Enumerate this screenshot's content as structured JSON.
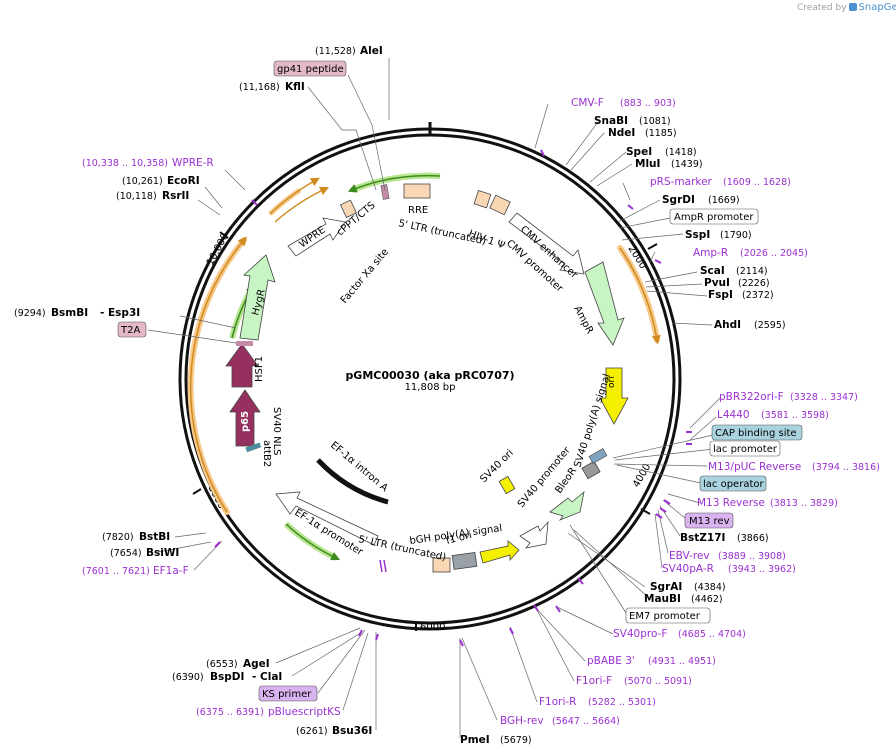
{
  "watermark": {
    "prefix": "Created by",
    "brand": "SnapGene"
  },
  "map": {
    "name": "pGMC00030 (aka pRC0707)",
    "length": "11,808 bp",
    "ticks": [
      "2000",
      "4000",
      "6000",
      "8000",
      "10,000"
    ]
  },
  "colors": {
    "site": "#000000",
    "primer": "#9b30d0",
    "lac_box": "#a9d3df",
    "primer_box": "#d9b3ef",
    "tag_box": "#e3b8c8",
    "cds_green": "#c8f5c4",
    "ori_yellow": "#f5f000",
    "maroon": "#96315f",
    "orange_hl": "#f7c98a",
    "green_hl": "#b6e58f"
  },
  "labels": {
    "AleI": {
      "name": "AleI",
      "pos": "(11,528)"
    },
    "gp41": {
      "name": "gp41 peptide"
    },
    "KflI": {
      "name": "KflI",
      "pos": "(11,168)"
    },
    "WPRE_R": {
      "name": "WPRE-R",
      "pos": "(10,338 .. 10,358)"
    },
    "EcoRI": {
      "name": "EcoRI",
      "pos": "(10,261)"
    },
    "RsrII": {
      "name": "RsrII",
      "pos": "(10,118)"
    },
    "BsmBI": {
      "name": "BsmBI",
      "pos": "(9294)",
      "extra": "- Esp3I"
    },
    "T2A": {
      "name": "T2A"
    },
    "BstBI": {
      "name": "BstBI",
      "pos": "(7820)"
    },
    "BsiWI": {
      "name": "BsiWI",
      "pos": "(7654)"
    },
    "EF1a_F": {
      "name": "EF1a-F",
      "pos": "(7601 .. 7621)"
    },
    "AgeI": {
      "name": "AgeI",
      "pos": "(6553)"
    },
    "BspDI": {
      "name": "BspDI",
      "pos": "(6390)",
      "extra": "- ClaI"
    },
    "KS_primer": {
      "name": "KS primer"
    },
    "pBluescriptKS": {
      "name": "pBluescriptKS",
      "pos": "(6375 .. 6391)"
    },
    "Bsu36I": {
      "name": "Bsu36I",
      "pos": "(6261)"
    },
    "PmeI": {
      "name": "PmeI",
      "pos": "(5679)"
    },
    "CMV_F": {
      "name": "CMV-F",
      "pos": "(883 .. 903)"
    },
    "SnaBI": {
      "name": "SnaBI",
      "pos": "(1081)"
    },
    "NdeI": {
      "name": "NdeI",
      "pos": "(1185)"
    },
    "SpeI": {
      "name": "SpeI",
      "pos": "(1418)"
    },
    "MluI": {
      "name": "MluI",
      "pos": "(1439)"
    },
    "pRS_marker": {
      "name": "pRS-marker",
      "pos": "(1609 .. 1628)"
    },
    "SgrDI": {
      "name": "SgrDI",
      "pos": "(1669)"
    },
    "AmpR_promoter": {
      "name": "AmpR promoter"
    },
    "SspI": {
      "name": "SspI",
      "pos": "(1790)"
    },
    "Amp_R": {
      "name": "Amp-R",
      "pos": "(2026 .. 2045)"
    },
    "ScaI": {
      "name": "ScaI",
      "pos": "(2114)"
    },
    "PvuI": {
      "name": "PvuI",
      "pos": "(2226)"
    },
    "FspI": {
      "name": "FspI",
      "pos": "(2372)"
    },
    "AhdI": {
      "name": "AhdI",
      "pos": "(2595)"
    },
    "pBR322ori_F": {
      "name": "pBR322ori-F",
      "pos": "(3328 .. 3347)"
    },
    "L4440": {
      "name": "L4440",
      "pos": "(3581 .. 3598)"
    },
    "CAP": {
      "name": "CAP binding site"
    },
    "lac_promoter": {
      "name": "lac promoter"
    },
    "M13_pUC": {
      "name": "M13/pUC Reverse",
      "pos": "(3794 .. 3816)"
    },
    "lac_operator": {
      "name": "lac operator"
    },
    "M13_Reverse": {
      "name": "M13 Reverse",
      "pos": "(3813 .. 3829)"
    },
    "M13_rev": {
      "name": "M13 rev"
    },
    "BstZ17I": {
      "name": "BstZ17I",
      "pos": "(3866)"
    },
    "EBV_rev": {
      "name": "EBV-rev",
      "pos": "(3889 .. 3908)"
    },
    "SV40pA_R": {
      "name": "SV40pA-R",
      "pos": "(3943 .. 3962)"
    },
    "SgrAI": {
      "name": "SgrAI",
      "pos": "(4384)"
    },
    "MauBI": {
      "name": "MauBI",
      "pos": "(4462)"
    },
    "EM7": {
      "name": "EM7 promoter"
    },
    "SV40pro_F": {
      "name": "SV40pro-F",
      "pos": "(4685 .. 4704)"
    },
    "pBABE3": {
      "name": "pBABE 3'",
      "pos": "(4931 .. 4951)"
    },
    "F1ori_F": {
      "name": "F1ori-F",
      "pos": "(5070 .. 5091)"
    },
    "F1ori_R": {
      "name": "F1ori-R",
      "pos": "(5282 .. 5301)"
    },
    "BGH_rev": {
      "name": "BGH-rev",
      "pos": "(5647 .. 5664)"
    }
  },
  "features": {
    "RRE": "RRE",
    "LTR5": "5' LTR (truncated)",
    "HIV_psi": "HIV-1 Ψ",
    "cPPT": "cPPT/CTS",
    "WPRE": "WPRE",
    "FactorXa": "Factor Xa site",
    "HygR": "HygR",
    "HSF1": "HSF1",
    "p65": "p65",
    "SV40NLS": "SV40 NLS",
    "attB2": "attB2",
    "EF1a_intron": "EF-1α intron A",
    "EF1a_promoter": "EF-1α promoter",
    "LTR5_lower": "5' LTR (truncated)",
    "bGH": "bGH poly(A) signal",
    "f1ori": "f1 ori",
    "SV40_promoter": "SV40 promoter",
    "BleoR": "BleoR",
    "SV40ori": "SV40 ori",
    "SV40polyA": "SV40 poly(A) signal",
    "ori": "ori",
    "AmpR": "AmpR",
    "CMV_enhancer": "CMV enhancer",
    "CMV_promoter": "CMV promoter"
  }
}
